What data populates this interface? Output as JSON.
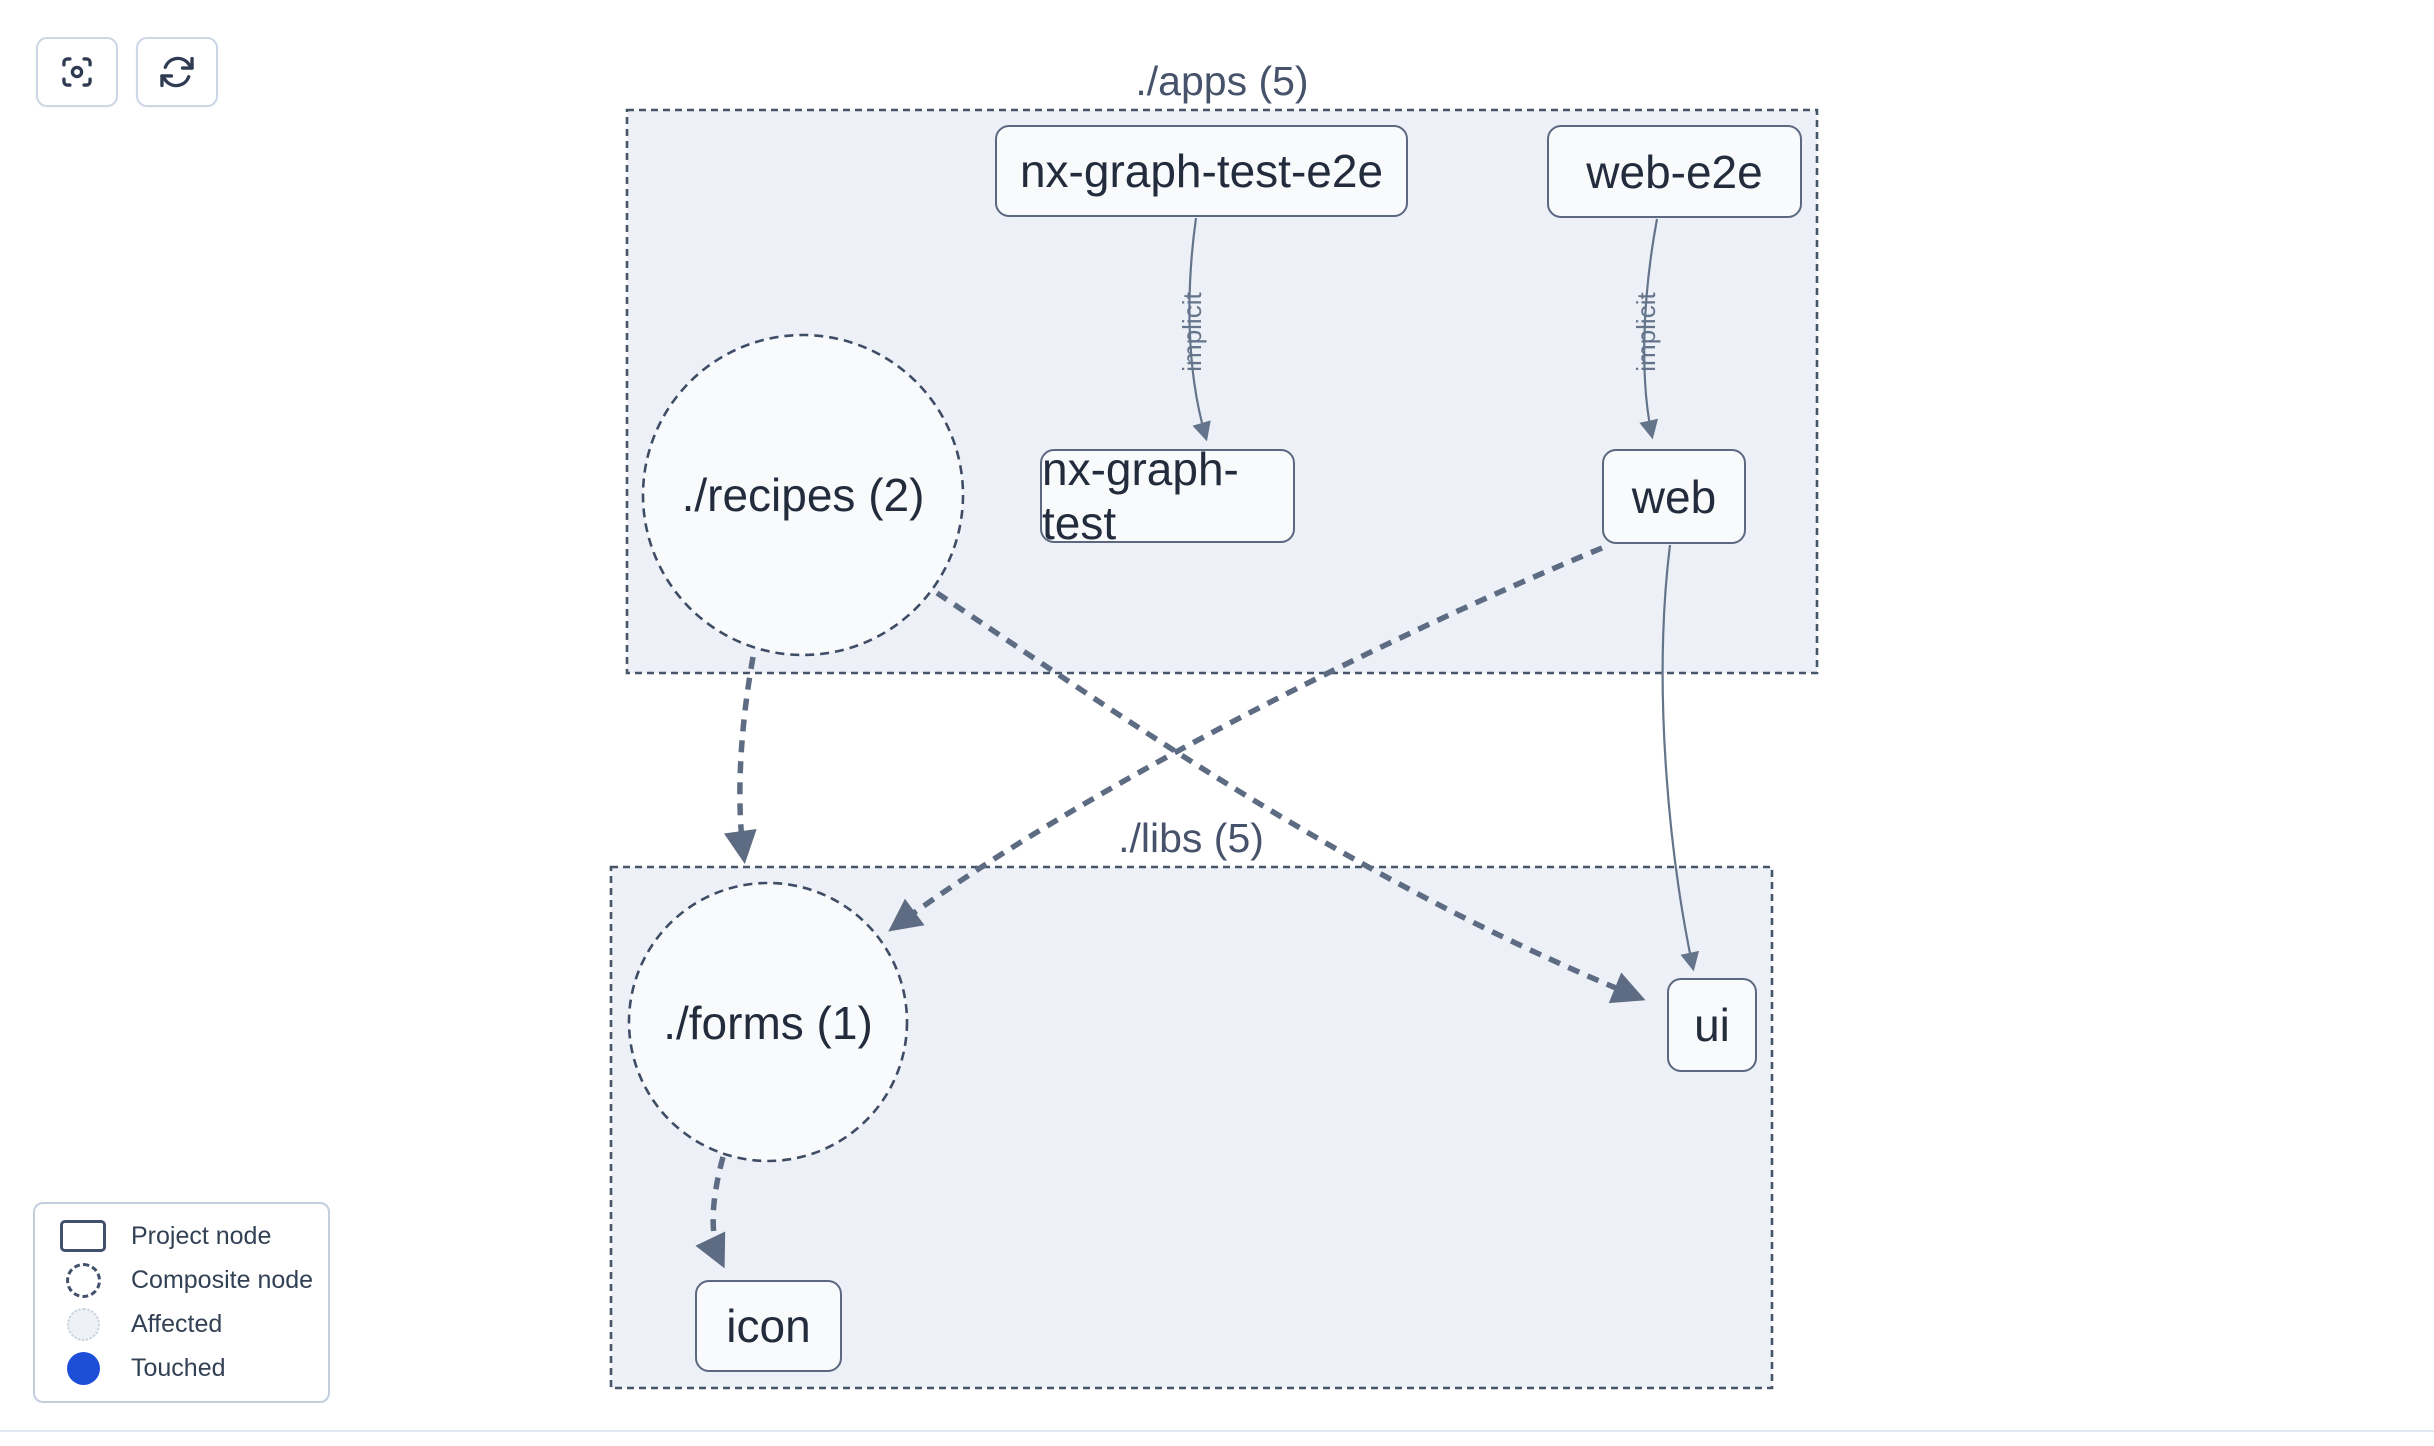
{
  "toolbar": {
    "buttons": [
      {
        "icon": "viewfinder-focus-icon",
        "action": "center-graph"
      },
      {
        "icon": "refresh-icon",
        "action": "refresh-graph"
      }
    ]
  },
  "graph": {
    "clusters": [
      {
        "label": "./apps (5)"
      },
      {
        "label": "./libs (5)"
      }
    ],
    "composite_nodes": [
      {
        "label": "./recipes (2)"
      },
      {
        "label": "./forms (1)"
      }
    ],
    "project_nodes": [
      {
        "label": "nx-graph-test-e2e"
      },
      {
        "label": "web-e2e"
      },
      {
        "label": "nx-graph-test"
      },
      {
        "label": "web"
      },
      {
        "label": "ui"
      },
      {
        "label": "icon"
      }
    ],
    "edges": [
      {
        "source": "nx-graph-test-e2e",
        "target": "nx-graph-test",
        "label": "implicit",
        "style": "solid"
      },
      {
        "source": "web-e2e",
        "target": "web",
        "label": "implicit",
        "style": "solid"
      },
      {
        "source": "web",
        "target": "ui",
        "label": "",
        "style": "solid"
      },
      {
        "source": "./recipes (2)",
        "target": "./forms (1)",
        "label": "",
        "style": "dashed"
      },
      {
        "source": "./recipes (2)",
        "target": "ui",
        "label": "",
        "style": "dashed"
      },
      {
        "source": "web",
        "target": "./forms (1)",
        "label": "",
        "style": "dashed"
      },
      {
        "source": "./forms (1)",
        "target": "icon",
        "label": "",
        "style": "dashed"
      }
    ]
  },
  "legend": {
    "items": [
      {
        "label": "Project node",
        "swatch": "project-rect"
      },
      {
        "label": "Composite node",
        "swatch": "dashed-circle"
      },
      {
        "label": "Affected",
        "swatch": "affected-circle"
      },
      {
        "label": "Touched",
        "swatch": "touched-circle"
      }
    ]
  },
  "colors": {
    "touched_blue": "#1d4ed8",
    "affected_fill": "#eef2f6",
    "affected_border": "#c8d2de",
    "cluster_fill": "#edf1f7",
    "cluster_border": "#475569",
    "node_fill": "#f9fafc",
    "node_border": "#5b6880",
    "edge": "#5d6c82",
    "text": "#232c3d"
  }
}
